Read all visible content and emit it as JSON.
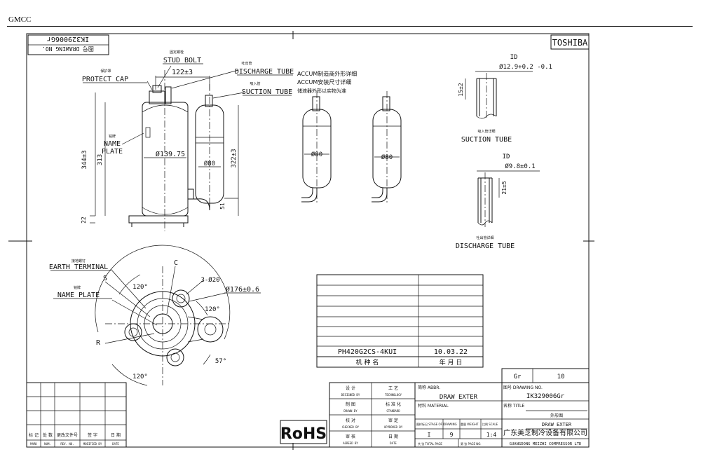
{
  "header": {
    "company": "GMCC"
  },
  "brand": "TOSHIBA",
  "drawing_no_box": {
    "number": "IK329006Gr",
    "label": "图号 DRAWING NO."
  },
  "front_view": {
    "stud_bolt_cn": "固定螺栓",
    "stud_bolt": "STUD BOLT",
    "protect_cap_cn": "保护罩",
    "protect_cap": "PROTECT CAP",
    "discharge_cn": "吐出管",
    "discharge": "DISCHARGE TUBE",
    "suction_cn": "吸入管",
    "suction": "SUCTION TUBE",
    "nameplate_cn": "铭牌",
    "nameplate_1": "NAME",
    "nameplate_2": "PLATE",
    "dim_122": "122±3",
    "dim_139": "Ø139.75",
    "dim_80": "Ø80",
    "dim_344": "344±3",
    "dim_313": "313",
    "dim_322": "322±3",
    "dim_51": "51",
    "dim_22": "22"
  },
  "accum_notes": {
    "line1": "ACCUM制造商外形详细",
    "line2": "ACCUM安装尺寸详细",
    "line3": "储液器外形以实物为准",
    "dim_a": "Ø80",
    "dim_b": "Ø80"
  },
  "tube_details": {
    "suction_id": "ID",
    "suction_dia": "Ø12.9+0.2 -0.1",
    "suction_len": "15±2",
    "suction_cn": "吸入管详细",
    "suction": "SUCTION TUBE",
    "discharge_id": "ID",
    "discharge_dia": "Ø9.8±0.1",
    "discharge_len": "21±5",
    "discharge_cn": "吐出管详细",
    "discharge": "DISCHARGE TUBE"
  },
  "top_view": {
    "earth_cn": "接地螺钉",
    "earth": "EARTH TERMINAL",
    "nameplate_cn": "铭牌",
    "nameplate": "NAME PLATE",
    "c": "C",
    "s": "S",
    "r": "R",
    "holes": "3-Ø20",
    "dia": "Ø176±0.6",
    "angle_a": "120°",
    "angle_b": "120°",
    "angle_c": "120°",
    "angle_d": "57°"
  },
  "model_table": {
    "model": "PH420G2CS-4KUI",
    "date": "10.03.22",
    "model_label": "机 种 名",
    "date_label": "年 月 日"
  },
  "rev_table": {
    "headers": [
      "标 记",
      "处 数",
      "更改文件号",
      "签 字",
      "日 期"
    ],
    "headers_en": [
      "MARK",
      "NUM.",
      "REV. NO.",
      "MODIFIED BY",
      "DATE"
    ]
  },
  "rohs": "RoHS",
  "title_block": {
    "gr_label": "Gr",
    "gr_value": "10",
    "design_cn": "设 计",
    "design_en": "DESIGNED BY",
    "tech_cn": "工 艺",
    "tech_en": "TECHNOLOGY",
    "drawn_cn": "制 图",
    "drawn_en": "DRAWN BY",
    "std_cn": "标 准 化",
    "std_en": "STANDARD",
    "check_cn": "校 对",
    "check_en": "CHECKED BY",
    "approve_cn": "审 定",
    "approve_en": "APPROVED BY",
    "agree_cn": "审 核",
    "agree_en": "AGREED BY",
    "date_cn": "日 期",
    "date_en": "DATE",
    "abbr_label": "简称 ABBR.",
    "abbr_value": "DRAW EXTER",
    "material_label": "材料 MATERIAL",
    "stage_label": "图样标记 STAGE OF DRAWING",
    "weight_label": "重量 WEIGHT",
    "scale_label": "比例 SCALE",
    "stage_value_a": "I",
    "stage_value_b": "9",
    "scale_value": "1:4",
    "total_label": "共  张  TOTAL PAGE",
    "page_label": "第  张  PAGE NO.",
    "drawing_no_label": "图号 DRAWING NO.",
    "drawing_no": "IK329006Gr",
    "title_label": "名称 TITLE",
    "title_cn": "外形图",
    "title_en": "DRAW EXTER",
    "company_cn": "广东美芝制冷设备有限公司",
    "company_en": "GUANGDONG MEIZHI COMPRESSOR LTD"
  }
}
